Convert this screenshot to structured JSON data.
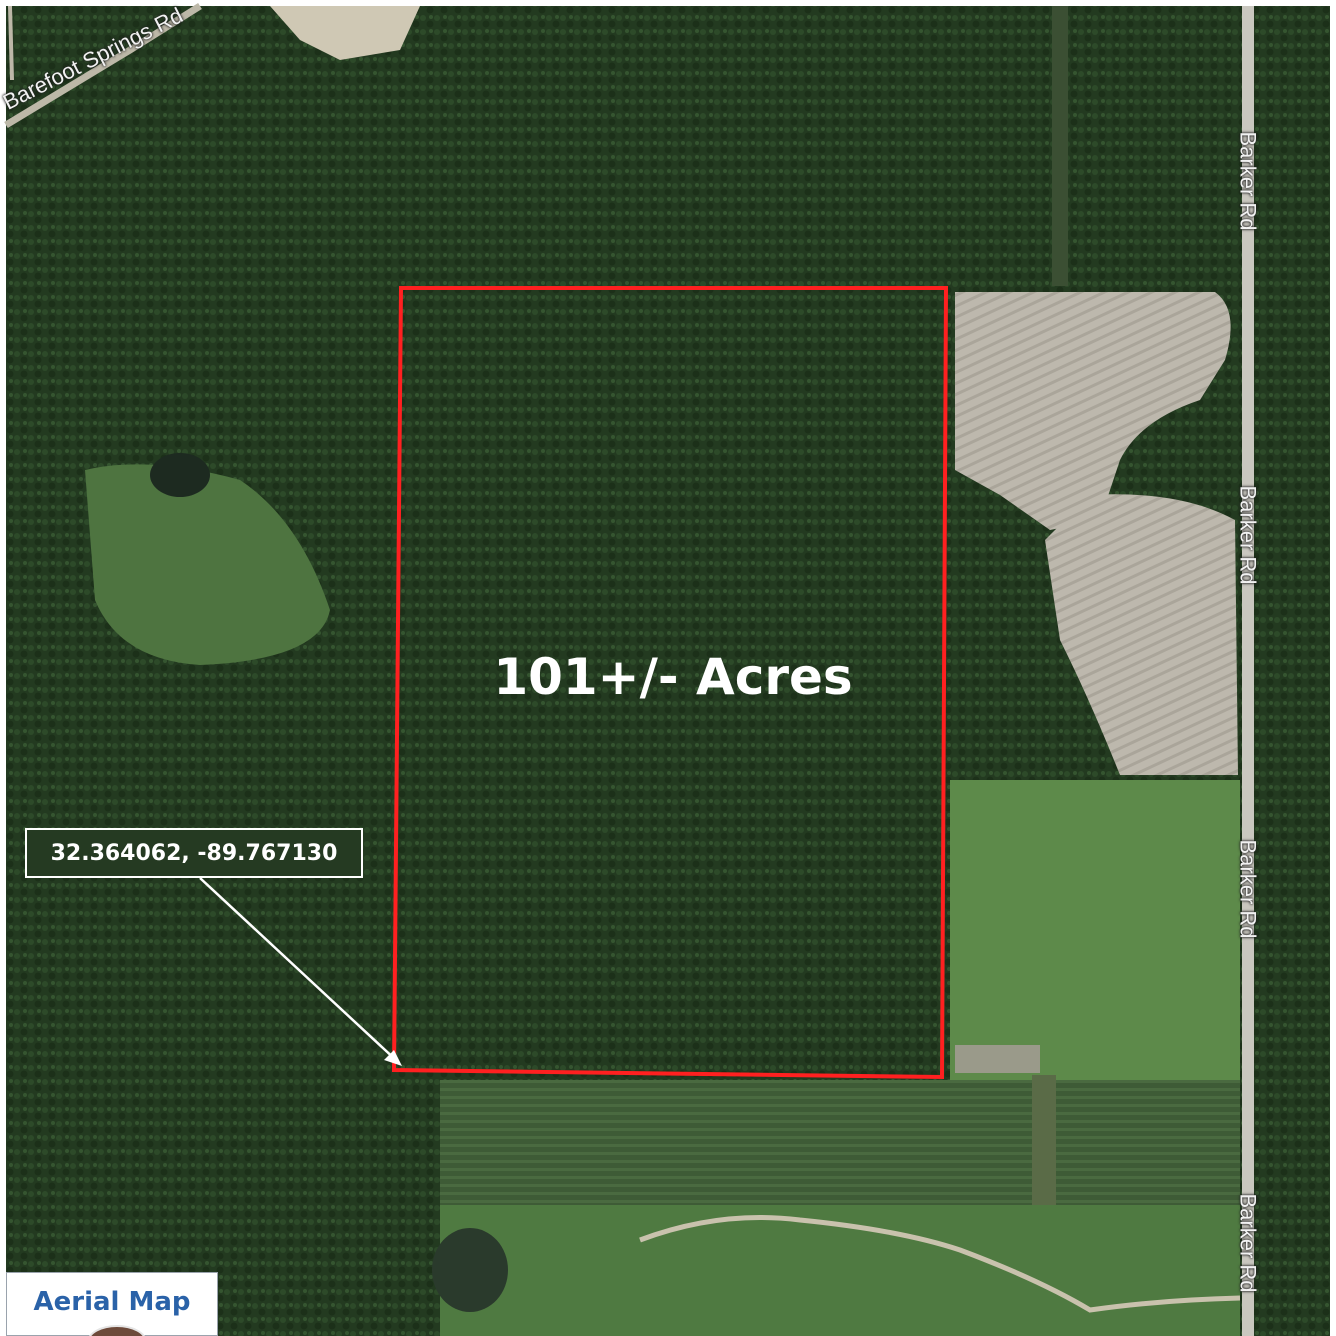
{
  "map": {
    "parcel_label": "101+/- Acres",
    "coordinates_label": "32.364062, -89.767130",
    "legend_title": "Aerial Map",
    "road_labels": [
      "Barefoot Springs Rd",
      "Barker Rd",
      "Barker Rd",
      "Barker Rd",
      "Barker Rd"
    ],
    "boundary_color": "#ff2020",
    "icons": {
      "pointer": "arrow-icon",
      "logo": "company-logo"
    }
  }
}
